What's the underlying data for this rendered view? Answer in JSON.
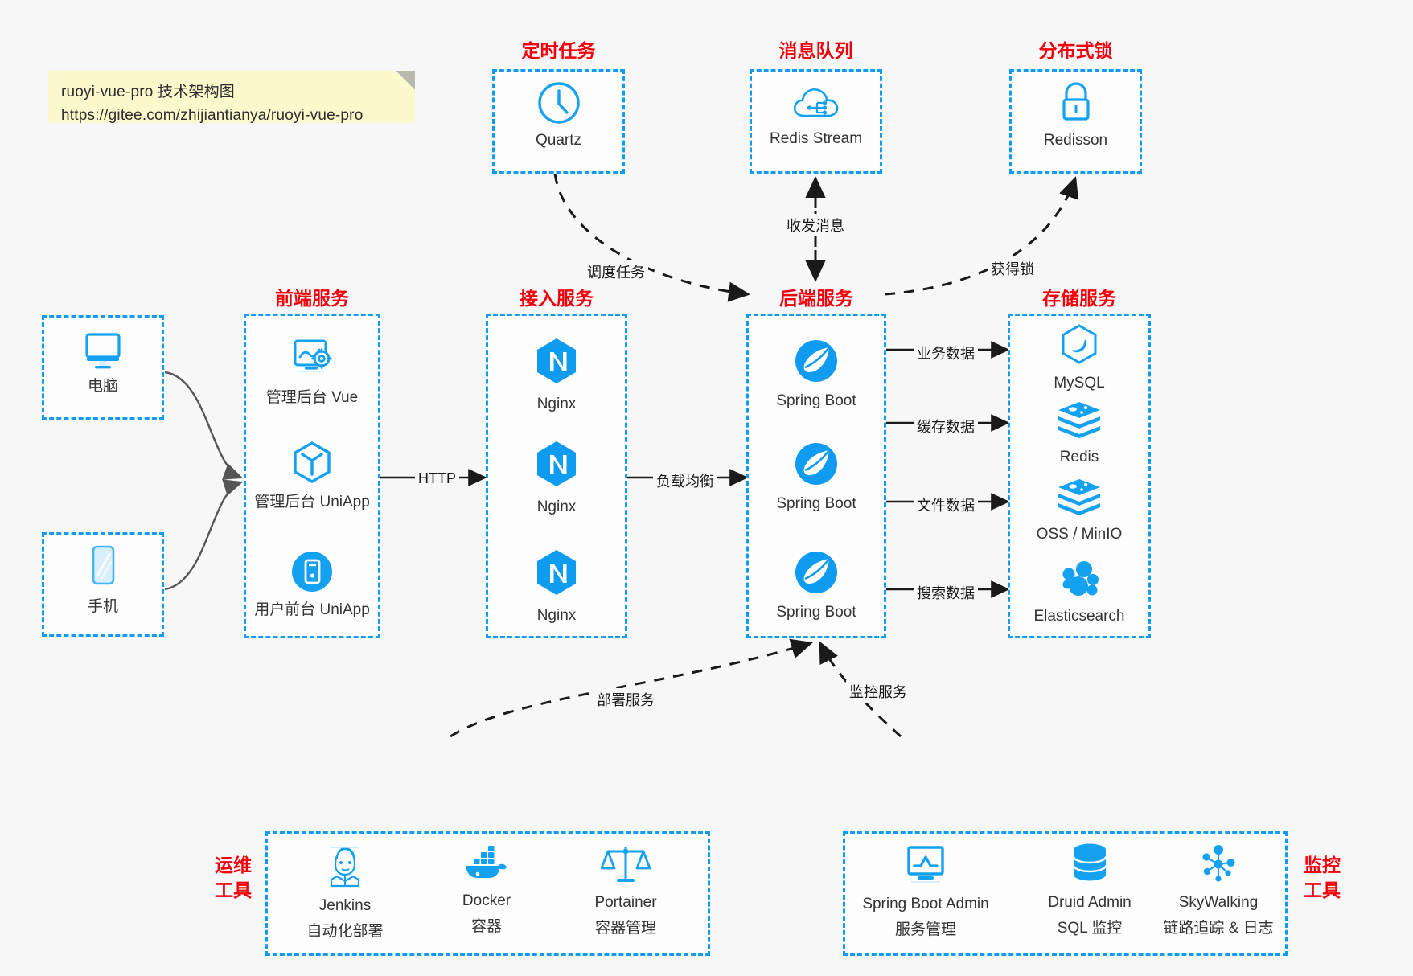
{
  "note": {
    "line1": "ruoyi-vue-pro 技术架构图",
    "line2": "https://gitee.com/zhijiantianya/ruoyi-vue-pro"
  },
  "colors": {
    "accent_blue": "#0e9bf0",
    "heading_red": "#f4000c",
    "icon_blue": "#14a1f0",
    "arrow_gray": "#555555",
    "note_yellow": "#fbf8cc",
    "background": "#f7f7f7"
  },
  "groups": {
    "scheduled_task": {
      "title": "定时任务",
      "items": [
        {
          "label": "Quartz",
          "icon": "clock-icon"
        }
      ]
    },
    "message_queue": {
      "title": "消息队列",
      "items": [
        {
          "label": "Redis Stream",
          "icon": "cloud-stream-icon"
        }
      ]
    },
    "distributed_lock": {
      "title": "分布式锁",
      "items": [
        {
          "label": "Redisson",
          "icon": "lock-icon"
        }
      ]
    },
    "clients": {
      "items": [
        {
          "label": "电脑",
          "icon": "desktop-monitor-icon"
        },
        {
          "label": "手机",
          "icon": "mobile-phone-icon"
        }
      ]
    },
    "frontend": {
      "title": "前端服务",
      "items": [
        {
          "label": "管理后台 Vue",
          "icon": "dashboard-settings-icon"
        },
        {
          "label": "管理后台 UniApp",
          "icon": "hexagon-cube-icon"
        },
        {
          "label": "用户前台 UniApp",
          "icon": "app-window-icon"
        }
      ]
    },
    "gateway": {
      "title": "接入服务",
      "items": [
        {
          "label": "Nginx",
          "icon": "nginx-icon"
        },
        {
          "label": "Nginx",
          "icon": "nginx-icon"
        },
        {
          "label": "Nginx",
          "icon": "nginx-icon"
        }
      ]
    },
    "backend": {
      "title": "后端服务",
      "items": [
        {
          "label": "Spring Boot",
          "icon": "spring-boot-icon"
        },
        {
          "label": "Spring Boot",
          "icon": "spring-boot-icon"
        },
        {
          "label": "Spring Boot",
          "icon": "spring-boot-icon"
        }
      ]
    },
    "storage": {
      "title": "存储服务",
      "items": [
        {
          "label": "MySQL",
          "icon": "mysql-dolphin-icon"
        },
        {
          "label": "Redis",
          "icon": "redis-stack-icon"
        },
        {
          "label": "OSS / MinIO",
          "icon": "object-storage-icon"
        },
        {
          "label": "Elasticsearch",
          "icon": "elasticsearch-icon"
        }
      ]
    },
    "devops": {
      "title_line1": "运维",
      "title_line2": "工具",
      "items": [
        {
          "label": "Jenkins",
          "sublabel": "自动化部署",
          "icon": "jenkins-butler-icon"
        },
        {
          "label": "Docker",
          "sublabel": "容器",
          "icon": "docker-whale-icon"
        },
        {
          "label": "Portainer",
          "sublabel": "容器管理",
          "icon": "scales-balance-icon"
        }
      ]
    },
    "monitoring": {
      "title_line1": "监控",
      "title_line2": "工具",
      "items": [
        {
          "label": "Spring Boot Admin",
          "sublabel": "服务管理",
          "icon": "monitor-chart-icon"
        },
        {
          "label": "Druid Admin",
          "sublabel": "SQL 监控",
          "icon": "database-cylinder-icon"
        },
        {
          "label": "SkyWalking",
          "sublabel": "链路追踪 & 日志",
          "icon": "skywalking-nodes-icon"
        }
      ]
    }
  },
  "edges": [
    {
      "id": "http",
      "label": "HTTP"
    },
    {
      "id": "load-balance",
      "label": "负载均衡"
    },
    {
      "id": "schedule-task",
      "label": "调度任务"
    },
    {
      "id": "send-receive-message",
      "label": "收发消息"
    },
    {
      "id": "acquire-lock",
      "label": "获得锁"
    },
    {
      "id": "business-data",
      "label": "业务数据"
    },
    {
      "id": "cache-data",
      "label": "缓存数据"
    },
    {
      "id": "file-data",
      "label": "文件数据"
    },
    {
      "id": "search-data",
      "label": "搜索数据"
    },
    {
      "id": "deploy-service",
      "label": "部署服务"
    },
    {
      "id": "monitor-service",
      "label": "监控服务"
    }
  ]
}
